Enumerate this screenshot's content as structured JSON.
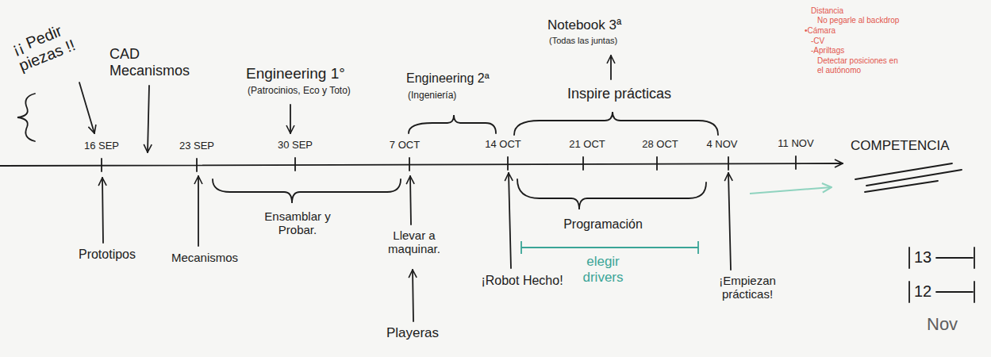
{
  "diagram": {
    "labels": [
      "¡¡ Pedir piezas !!",
      "CAD Mecanismos",
      "Engineering 1°",
      "(Patrocinios, Eco y Toto)",
      "Engineering 2ª",
      "(Ingeniería)",
      "Notebook 3ª",
      "(Todas las juntas)",
      "Inspire prácticas",
      "16 SEP",
      "23 SEP",
      "30 SEP",
      "7 OCT",
      "14 OCT",
      "21 OCT",
      "28 OCT",
      "4 NOV",
      "11 NOV",
      "COMPETENCIA",
      "Prototipos",
      "Mecanismos",
      "Ensamblar y Probar.",
      "Llevar a maquinar.",
      "Playeras",
      "¡Robot Hecho!",
      "Programación",
      "elegir drivers",
      "¡Empiezan prácticas!",
      "13",
      "12",
      "Nov",
      "Distancia",
      "No pegarle al backdrop",
      "•Cámara",
      "-CV",
      "-Apriltags",
      "Detectar posiciones en el autónomo"
    ]
  }
}
